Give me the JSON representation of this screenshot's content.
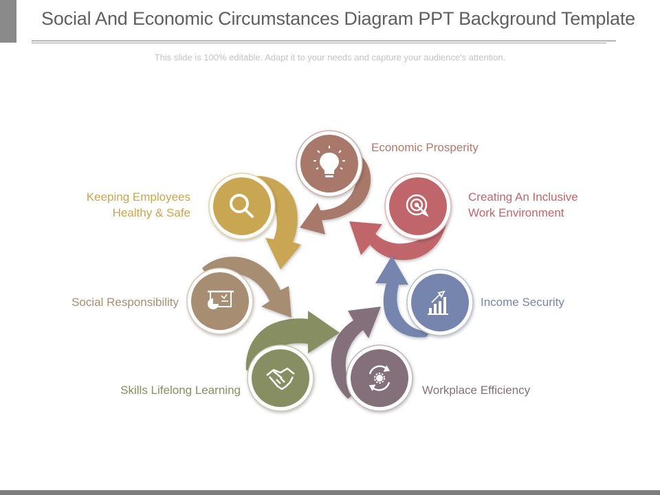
{
  "header": {
    "title": "Social And Economic Circumstances Diagram PPT Background Template",
    "subtitle": "This slide is 100% editable. Adapt it to your needs and capture your audience's attention."
  },
  "colors": {
    "economic": "#a8786a",
    "inclusive": "#c0666b",
    "income": "#7585ad",
    "efficiency": "#84707a",
    "skills": "#868e62",
    "social": "#a78e72",
    "keeping": "#c8a652"
  },
  "items": {
    "economic_prosperity": {
      "label": "Economic Prosperity",
      "icon": "lightbulb-icon"
    },
    "inclusive_work": {
      "label_line1": "Creating An Inclusive",
      "label_line2": "Work Environment",
      "icon": "target-icon"
    },
    "income_security": {
      "label": "Income Security",
      "icon": "bar-chart-icon"
    },
    "workplace_efficiency": {
      "label": "Workplace Efficiency",
      "icon": "gear-cycle-icon"
    },
    "skills_learning": {
      "label": "Skills Lifelong Learning",
      "icon": "handshake-icon"
    },
    "social_responsibility": {
      "label": "Social Responsibility",
      "icon": "presentation-icon"
    },
    "keeping_employees": {
      "label_line1": "Keeping Employees",
      "label_line2": "Healthy & Safe",
      "icon": "search-icon"
    }
  }
}
